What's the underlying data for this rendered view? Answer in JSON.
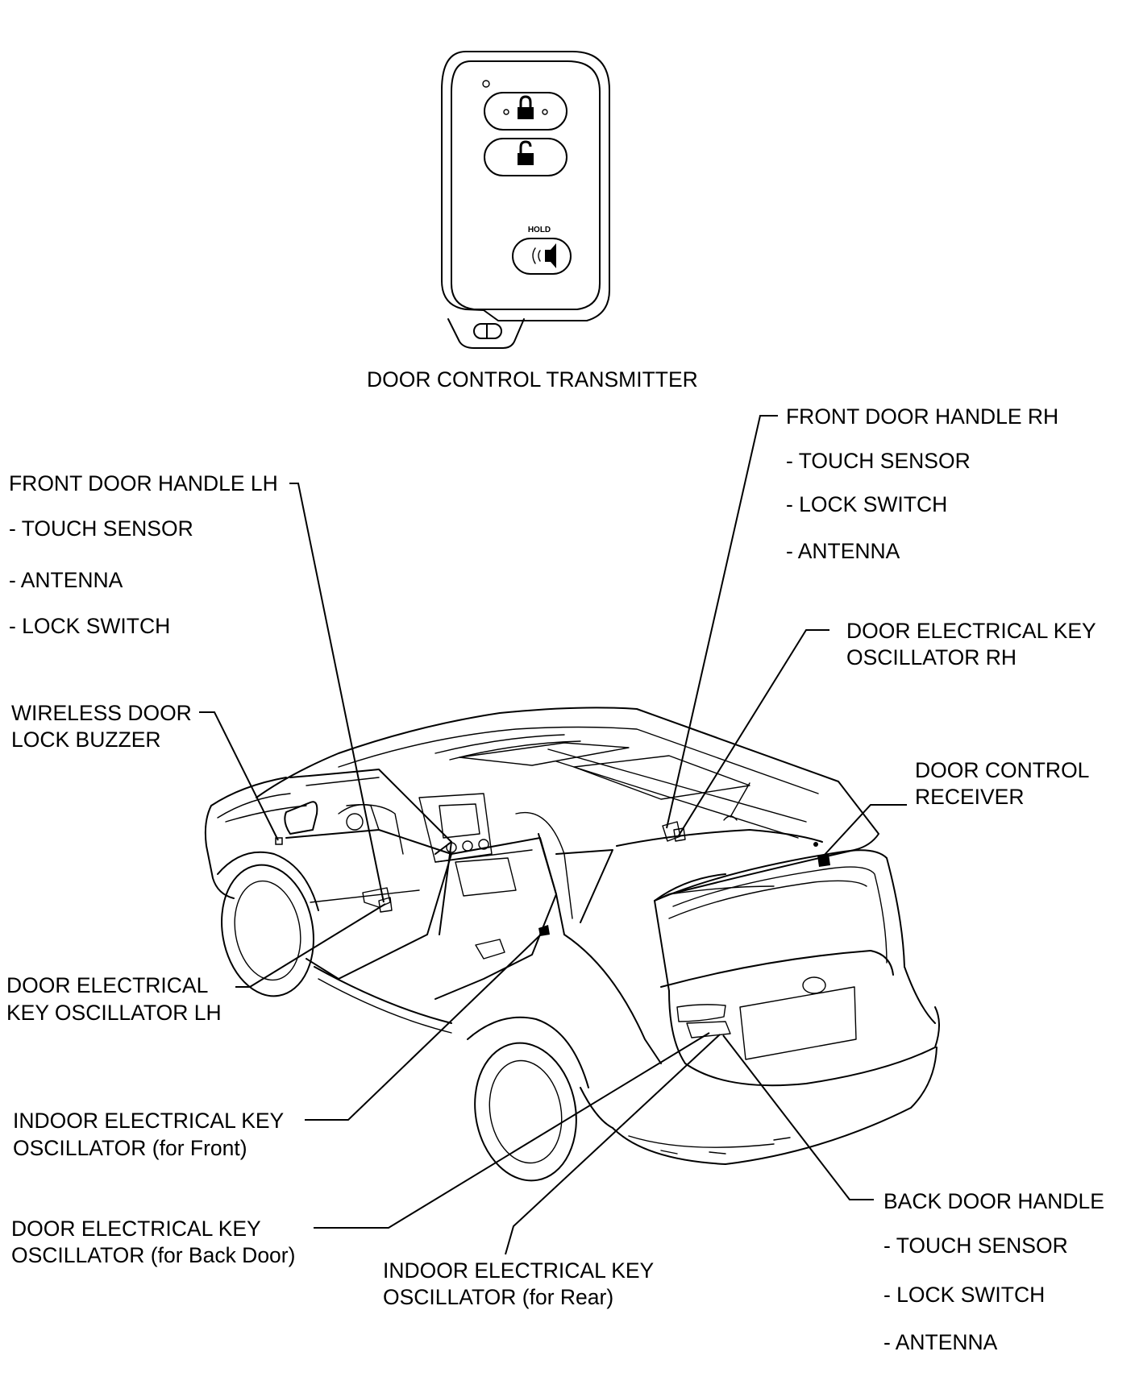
{
  "title": "DOOR CONTROL TRANSMITTER",
  "transmitter": {
    "hold_label": "HOLD"
  },
  "labels": {
    "front_door_handle_lh": {
      "name": "FRONT DOOR HANDLE LH",
      "items": [
        "- TOUCH SENSOR",
        "- ANTENNA",
        "- LOCK SWITCH"
      ]
    },
    "front_door_handle_rh": {
      "name": "FRONT DOOR HANDLE RH",
      "items": [
        "- TOUCH SENSOR",
        "- LOCK SWITCH",
        "- ANTENNA"
      ]
    },
    "door_osc_rh": [
      "DOOR ELECTRICAL KEY",
      "OSCILLATOR RH"
    ],
    "wireless_buzzer": [
      "WIRELESS DOOR",
      "LOCK BUZZER"
    ],
    "door_control_receiver": [
      "DOOR CONTROL",
      "RECEIVER"
    ],
    "door_osc_lh": [
      "DOOR ELECTRICAL",
      "KEY OSCILLATOR LH"
    ],
    "indoor_osc_front": [
      "INDOOR ELECTRICAL KEY",
      "OSCILLATOR (for Front)"
    ],
    "door_osc_back": [
      "DOOR ELECTRICAL KEY",
      "OSCILLATOR (for Back Door)"
    ],
    "indoor_osc_rear": [
      "INDOOR ELECTRICAL KEY",
      "OSCILLATOR (for Rear)"
    ],
    "back_door_handle": {
      "name": "BACK DOOR HANDLE",
      "items": [
        "- TOUCH SENSOR",
        "- LOCK SWITCH",
        "- ANTENNA"
      ]
    }
  }
}
